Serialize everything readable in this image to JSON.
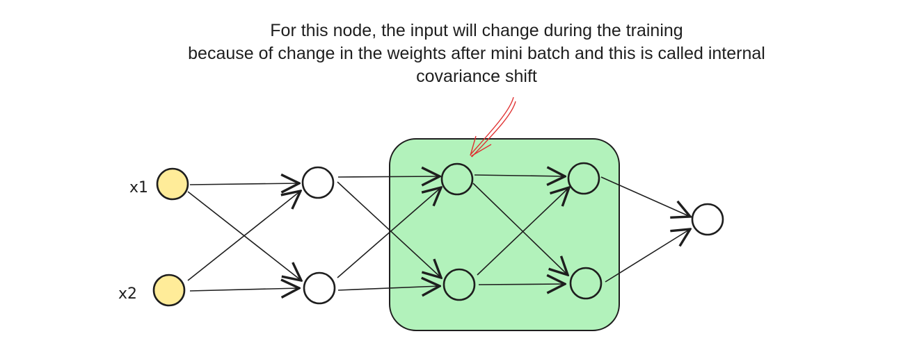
{
  "annotation": {
    "lines": [
      "For this node, the input will change during the training",
      "because of change in the weights after mini batch and this is called internal",
      "covariance shift"
    ]
  },
  "inputs": {
    "x1": "x1",
    "x2": "x2"
  },
  "colors": {
    "input_fill": "#ffec99",
    "highlight_fill": "#b2f2bb",
    "stroke": "#1e1e1e",
    "pointer_arrow": "#e03131"
  }
}
